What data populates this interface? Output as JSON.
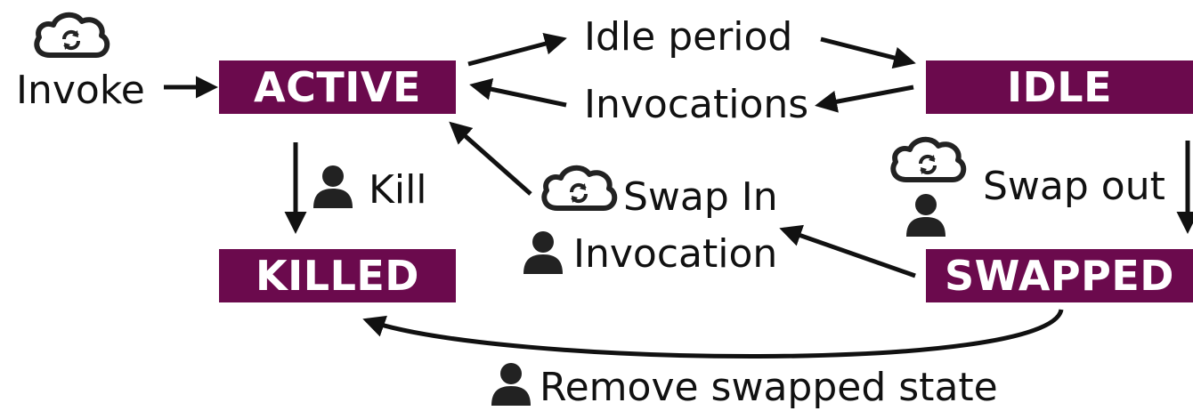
{
  "colors": {
    "state_fill": "#6b0a4d",
    "state_text": "#ffffff",
    "ink": "#111111",
    "icon": "#222222"
  },
  "states": {
    "active": "ACTIVE",
    "idle": "IDLE",
    "killed": "KILLED",
    "swapped": "SWAPPED"
  },
  "labels": {
    "invoke": "Invoke",
    "idle_period": "Idle period",
    "invocations": "Invocations",
    "kill": "Kill",
    "swap_in": "Swap In",
    "invocation": "Invocation",
    "swap_out": "Swap out",
    "remove_swapped_state": "Remove swapped state"
  },
  "icons": {
    "cloud": "cloud-sync-icon",
    "user": "user-icon"
  }
}
